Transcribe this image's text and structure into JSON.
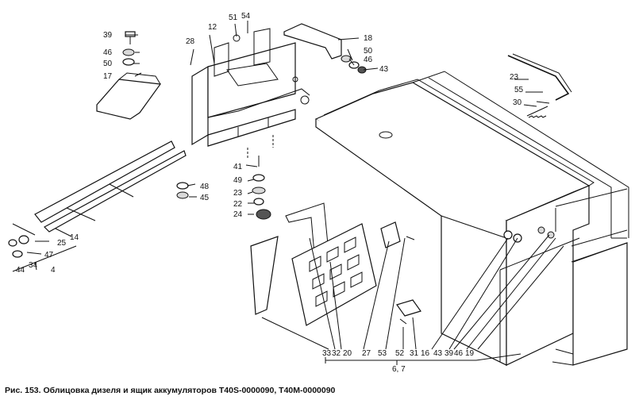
{
  "caption": "Рис. 153. Облицовка дизеля и ящик аккумуляторов Т40S-0000090, Т40М-0000090",
  "callouts": {
    "c39": "39",
    "c46a": "46",
    "c50a": "50",
    "c17": "17",
    "c28": "28",
    "c12": "12",
    "c51": "51",
    "c54": "54",
    "c18": "18",
    "c50b": "50",
    "c46b": "46",
    "c43a": "43",
    "c23a": "23",
    "c55": "55",
    "c30": "30",
    "c41": "41",
    "c49": "49",
    "c23b": "23",
    "c22": "22",
    "c24": "24",
    "c48": "48",
    "c45": "45",
    "c14": "14",
    "c25": "25",
    "c47": "47",
    "c34": "34",
    "c44": "44",
    "c4": "4"
  },
  "bottom_row": [
    "33",
    "32",
    "20",
    "27",
    "53",
    "52",
    "31",
    "16",
    "43",
    "39",
    "46",
    "19"
  ],
  "bottom_group": "6, 7"
}
